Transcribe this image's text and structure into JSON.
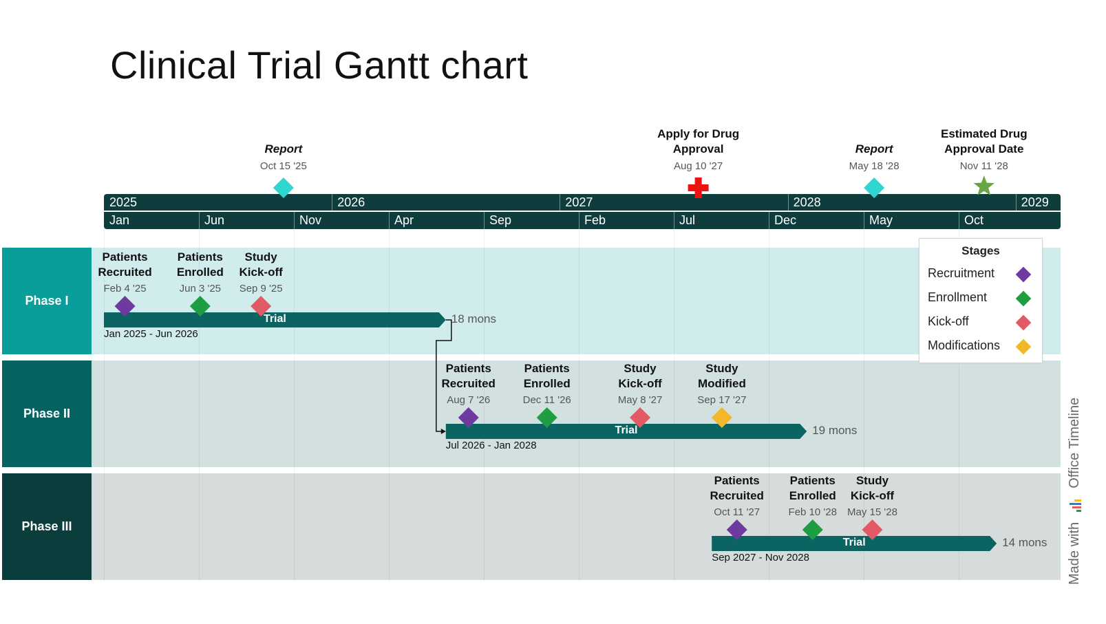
{
  "title": "Clinical Trial Gantt chart",
  "colors": {
    "axis": "#0f3d3e",
    "phase1_label": "#0a9e9a",
    "phase1_bg": "#d0eced",
    "phase2_label": "#066361",
    "phase2_bg": "#d2e0e0",
    "phase3_label": "#0b3d3d",
    "phase3_bg": "#d6dcdc",
    "bar": "#0c6462",
    "recruitment": "#6f3aa0",
    "enrollment": "#1f9d43",
    "kickoff": "#e25a63",
    "modifications": "#f3b82a",
    "milestone_teal": "#2fd6d0",
    "milestone_red": "#ee1111",
    "milestone_star": "#6aa545"
  },
  "axis": {
    "years": [
      "2025",
      "2026",
      "2027",
      "2028",
      "2029"
    ],
    "months": [
      "Jan",
      "Jun",
      "Nov",
      "Apr",
      "Sep",
      "Feb",
      "Jul",
      "Dec",
      "May",
      "Oct"
    ]
  },
  "top_milestones": [
    {
      "title": "Report",
      "date": "Oct 15 '25",
      "italic": true,
      "shape": "diamond",
      "color_key": "milestone_teal"
    },
    {
      "title": "Apply for Drug\nApproval",
      "date": "Aug 10 '27",
      "italic": false,
      "shape": "cross",
      "color_key": "milestone_red"
    },
    {
      "title": "Report",
      "date": "May 18 '28",
      "italic": true,
      "shape": "diamond",
      "color_key": "milestone_teal"
    },
    {
      "title": "Estimated Drug\nApproval Date",
      "date": "Nov 11 '28",
      "italic": false,
      "shape": "star",
      "color_key": "milestone_star"
    }
  ],
  "phases": [
    {
      "label": "Phase I",
      "bar_label": "Trial",
      "duration": "18 mons",
      "range": "Jan 2025 - Jun 2026",
      "milestones": [
        {
          "title": "Patients\nRecruited",
          "date": "Feb 4 '25",
          "stage": "recruitment"
        },
        {
          "title": "Patients\nEnrolled",
          "date": "Jun 3 '25",
          "stage": "enrollment"
        },
        {
          "title": "Study\nKick-off",
          "date": "Sep 9 '25",
          "stage": "kickoff"
        }
      ]
    },
    {
      "label": "Phase II",
      "bar_label": "Trial",
      "duration": "19 mons",
      "range": "Jul 2026 - Jan 2028",
      "milestones": [
        {
          "title": "Patients\nRecruited",
          "date": "Aug 7 '26",
          "stage": "recruitment"
        },
        {
          "title": "Patients\nEnrolled",
          "date": "Dec 11 '26",
          "stage": "enrollment"
        },
        {
          "title": "Study\nKick-off",
          "date": "May 8 '27",
          "stage": "kickoff"
        },
        {
          "title": "Study\nModified",
          "date": "Sep 17 '27",
          "stage": "modifications"
        }
      ]
    },
    {
      "label": "Phase III",
      "bar_label": "Trial",
      "duration": "14 mons",
      "range": "Sep 2027 - Nov 2028",
      "milestones": [
        {
          "title": "Patients\nRecruited",
          "date": "Oct 11 '27",
          "stage": "recruitment"
        },
        {
          "title": "Patients\nEnrolled",
          "date": "Feb 10 '28",
          "stage": "enrollment"
        },
        {
          "title": "Study\nKick-off",
          "date": "May 15 '28",
          "stage": "kickoff"
        }
      ]
    }
  ],
  "legend": {
    "title": "Stages",
    "items": [
      {
        "label": "Recruitment",
        "stage": "recruitment"
      },
      {
        "label": "Enrollment",
        "stage": "enrollment"
      },
      {
        "label": "Kick-off",
        "stage": "kickoff"
      },
      {
        "label": "Modifications",
        "stage": "modifications"
      }
    ]
  },
  "watermark": {
    "prefix": "Made with",
    "brand": "Office Timeline"
  },
  "chart_data": {
    "type": "gantt",
    "title": "Clinical Trial Gantt chart",
    "x_range": [
      "2025-01-01",
      "2029-01-31"
    ],
    "tasks": [
      {
        "phase": "Phase I",
        "name": "Trial",
        "start": "2025-01-01",
        "end": "2026-06-30",
        "duration": "18 mons"
      },
      {
        "phase": "Phase II",
        "name": "Trial",
        "start": "2026-07-01",
        "end": "2028-01-31",
        "duration": "19 mons"
      },
      {
        "phase": "Phase III",
        "name": "Trial",
        "start": "2027-09-01",
        "end": "2028-11-30",
        "duration": "14 mons"
      }
    ],
    "dependencies": [
      {
        "from": "Phase I",
        "to": "Phase II"
      }
    ],
    "milestones": [
      {
        "name": "Report",
        "date": "2025-10-15",
        "row": "top"
      },
      {
        "name": "Apply for Drug Approval",
        "date": "2027-08-10",
        "row": "top"
      },
      {
        "name": "Report",
        "date": "2028-05-18",
        "row": "top"
      },
      {
        "name": "Estimated Drug Approval Date",
        "date": "2028-11-11",
        "row": "top"
      },
      {
        "name": "Patients Recruited",
        "date": "2025-02-04",
        "row": "Phase I",
        "stage": "Recruitment"
      },
      {
        "name": "Patients Enrolled",
        "date": "2025-06-03",
        "row": "Phase I",
        "stage": "Enrollment"
      },
      {
        "name": "Study Kick-off",
        "date": "2025-09-09",
        "row": "Phase I",
        "stage": "Kick-off"
      },
      {
        "name": "Patients Recruited",
        "date": "2026-08-07",
        "row": "Phase II",
        "stage": "Recruitment"
      },
      {
        "name": "Patients Enrolled",
        "date": "2026-12-11",
        "row": "Phase II",
        "stage": "Enrollment"
      },
      {
        "name": "Study Kick-off",
        "date": "2027-05-08",
        "row": "Phase II",
        "stage": "Kick-off"
      },
      {
        "name": "Study Modified",
        "date": "2027-09-17",
        "row": "Phase II",
        "stage": "Modifications"
      },
      {
        "name": "Patients Recruited",
        "date": "2027-10-11",
        "row": "Phase III",
        "stage": "Recruitment"
      },
      {
        "name": "Patients Enrolled",
        "date": "2028-02-10",
        "row": "Phase III",
        "stage": "Enrollment"
      },
      {
        "name": "Study Kick-off",
        "date": "2028-05-15",
        "row": "Phase III",
        "stage": "Kick-off"
      }
    ],
    "legend_position": "top-right"
  }
}
